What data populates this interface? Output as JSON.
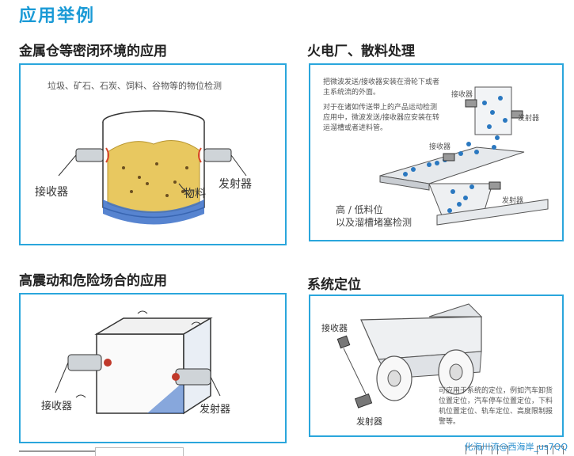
{
  "page": {
    "title": "应用举例"
  },
  "sections": [
    {
      "title": "金属仓等密闭环境的应用",
      "caption": "垃圾、矿石、石炭、饲料、谷物等的物位检测",
      "labels": [
        "接收器",
        "物料",
        "发射器"
      ]
    },
    {
      "title": "火电厂、散料处理",
      "note1": "把微波发送/接收器安装在滑轮下或者主系统流的外面。",
      "note2": "对于在诸如传送带上的产品运动检测应用中，微波发送/接收器应安装在转运溜槽或者进料管。",
      "labels": [
        "接收器",
        "发射器",
        "接收器",
        "发射器"
      ],
      "detect": "高 / 低料位",
      "detect2": "以及溜槽堵塞检测"
    },
    {
      "title": "高震动和危险场合的应用",
      "labels": [
        "接收器",
        "发射器"
      ]
    },
    {
      "title": "系统定位",
      "labels": [
        "接收器",
        "发射器"
      ],
      "note": "可应用于系统的定位，例如汽车卸货位置定位，汽车停车位置定位，下料机位置定位、轨车定位、高度限制报警等。"
    }
  ],
  "footer": {
    "watermark": "化海川流@西海岸_us7QQ"
  },
  "colors": {
    "accent": "#2aa6dc",
    "title": "#1a9ad6",
    "material": "#e8c860",
    "flow": "#2a78c0"
  }
}
